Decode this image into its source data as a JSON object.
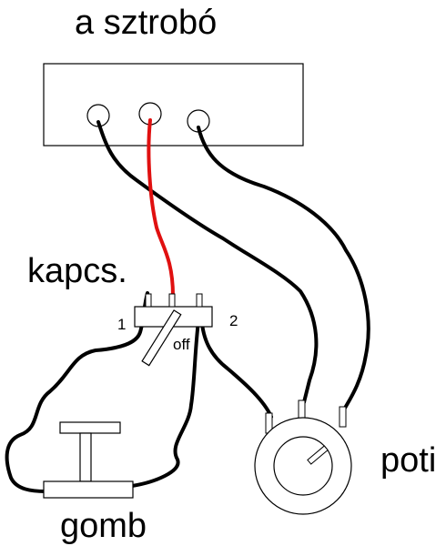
{
  "labels": {
    "title": "a sztrobó",
    "switch": "kapcs.",
    "potentiometer": "poti",
    "button": "gomb",
    "switch_pin_1": "1",
    "switch_pin_2": "2",
    "switch_off": "off"
  },
  "colors": {
    "wire": "#000000",
    "signal_wire": "#e01010",
    "outline": "#000000",
    "fill": "#ffffff"
  }
}
